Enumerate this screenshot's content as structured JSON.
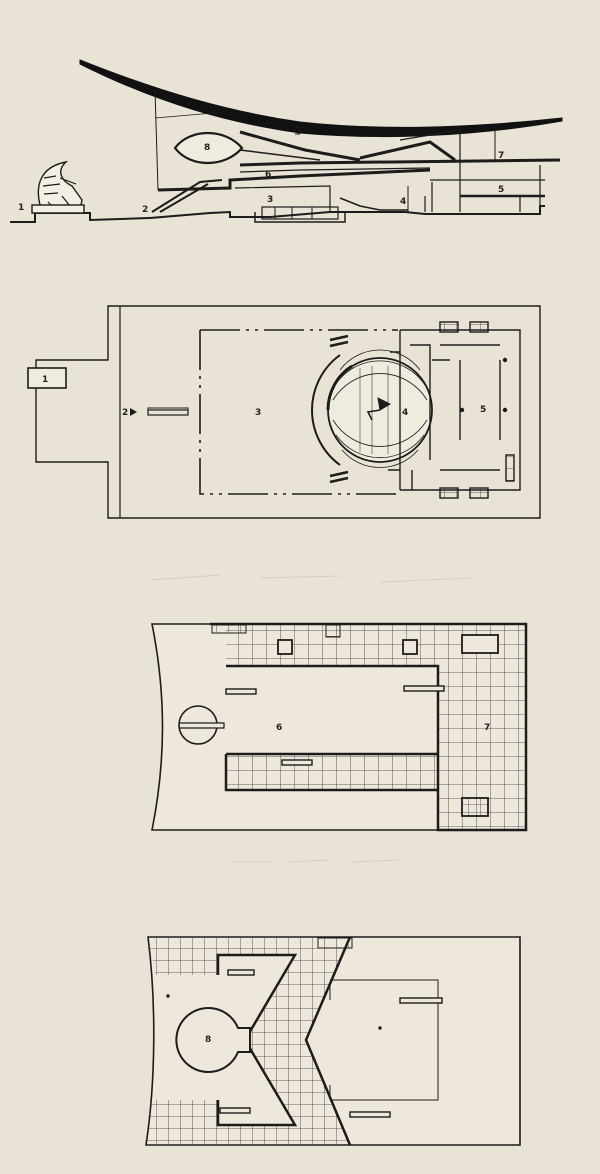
{
  "colors": {
    "paper": "#e9e3d6",
    "ink": "#1c1c1c",
    "grid": "#444444"
  },
  "section": {
    "labels": {
      "n1": "1",
      "n2": "2",
      "n3": "3",
      "n4": "4",
      "n5": "5",
      "n6": "6",
      "n7": "7",
      "n8": "8"
    }
  },
  "ground_plan": {
    "labels": {
      "n1": "1",
      "n2": "2",
      "n3": "3",
      "n4": "4",
      "n5": "5"
    }
  },
  "upper_plan": {
    "labels": {
      "n6": "6",
      "n7": "7"
    }
  },
  "top_plan": {
    "labels": {
      "n8": "8"
    }
  }
}
